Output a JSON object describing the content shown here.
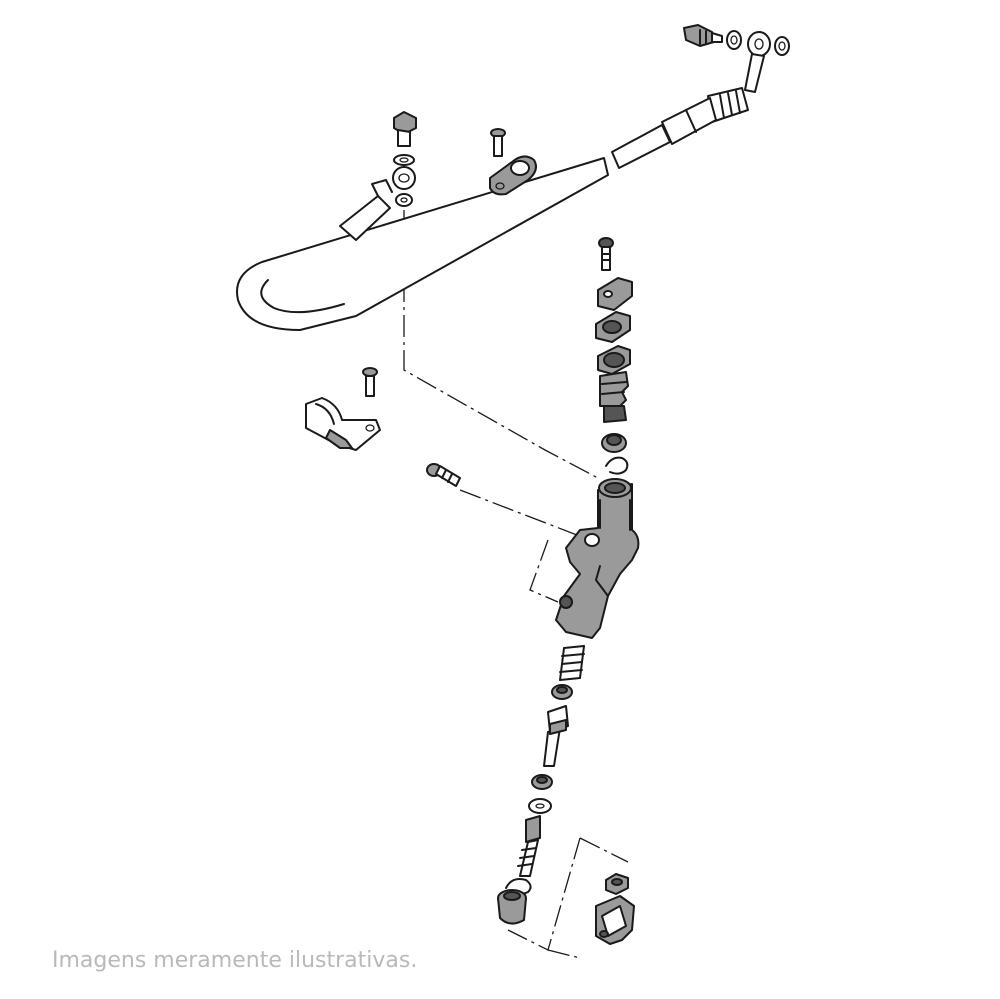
{
  "caption": "Imagens meramente ilustrativas.",
  "colors": {
    "background": "#ffffff",
    "line": "#1a1a1a",
    "part_fill": "#9a9a9a",
    "part_dark": "#555555",
    "caption": "#b9b9b9"
  },
  "parts": [
    "banjo-bolt",
    "copper-washer",
    "brake-hose",
    "hose-clamp",
    "clamp-screw",
    "cap-bolt",
    "reservoir-cap",
    "cap-gasket",
    "diaphragm",
    "boot",
    "grommet",
    "circlip",
    "master-cylinder-body",
    "mounting-bolt",
    "return-spring",
    "piston-seal",
    "piston",
    "primary-cup",
    "seal-washer",
    "push-rod",
    "lock-nut",
    "snap-ring",
    "dust-boot",
    "clevis-nut",
    "clevis"
  ]
}
